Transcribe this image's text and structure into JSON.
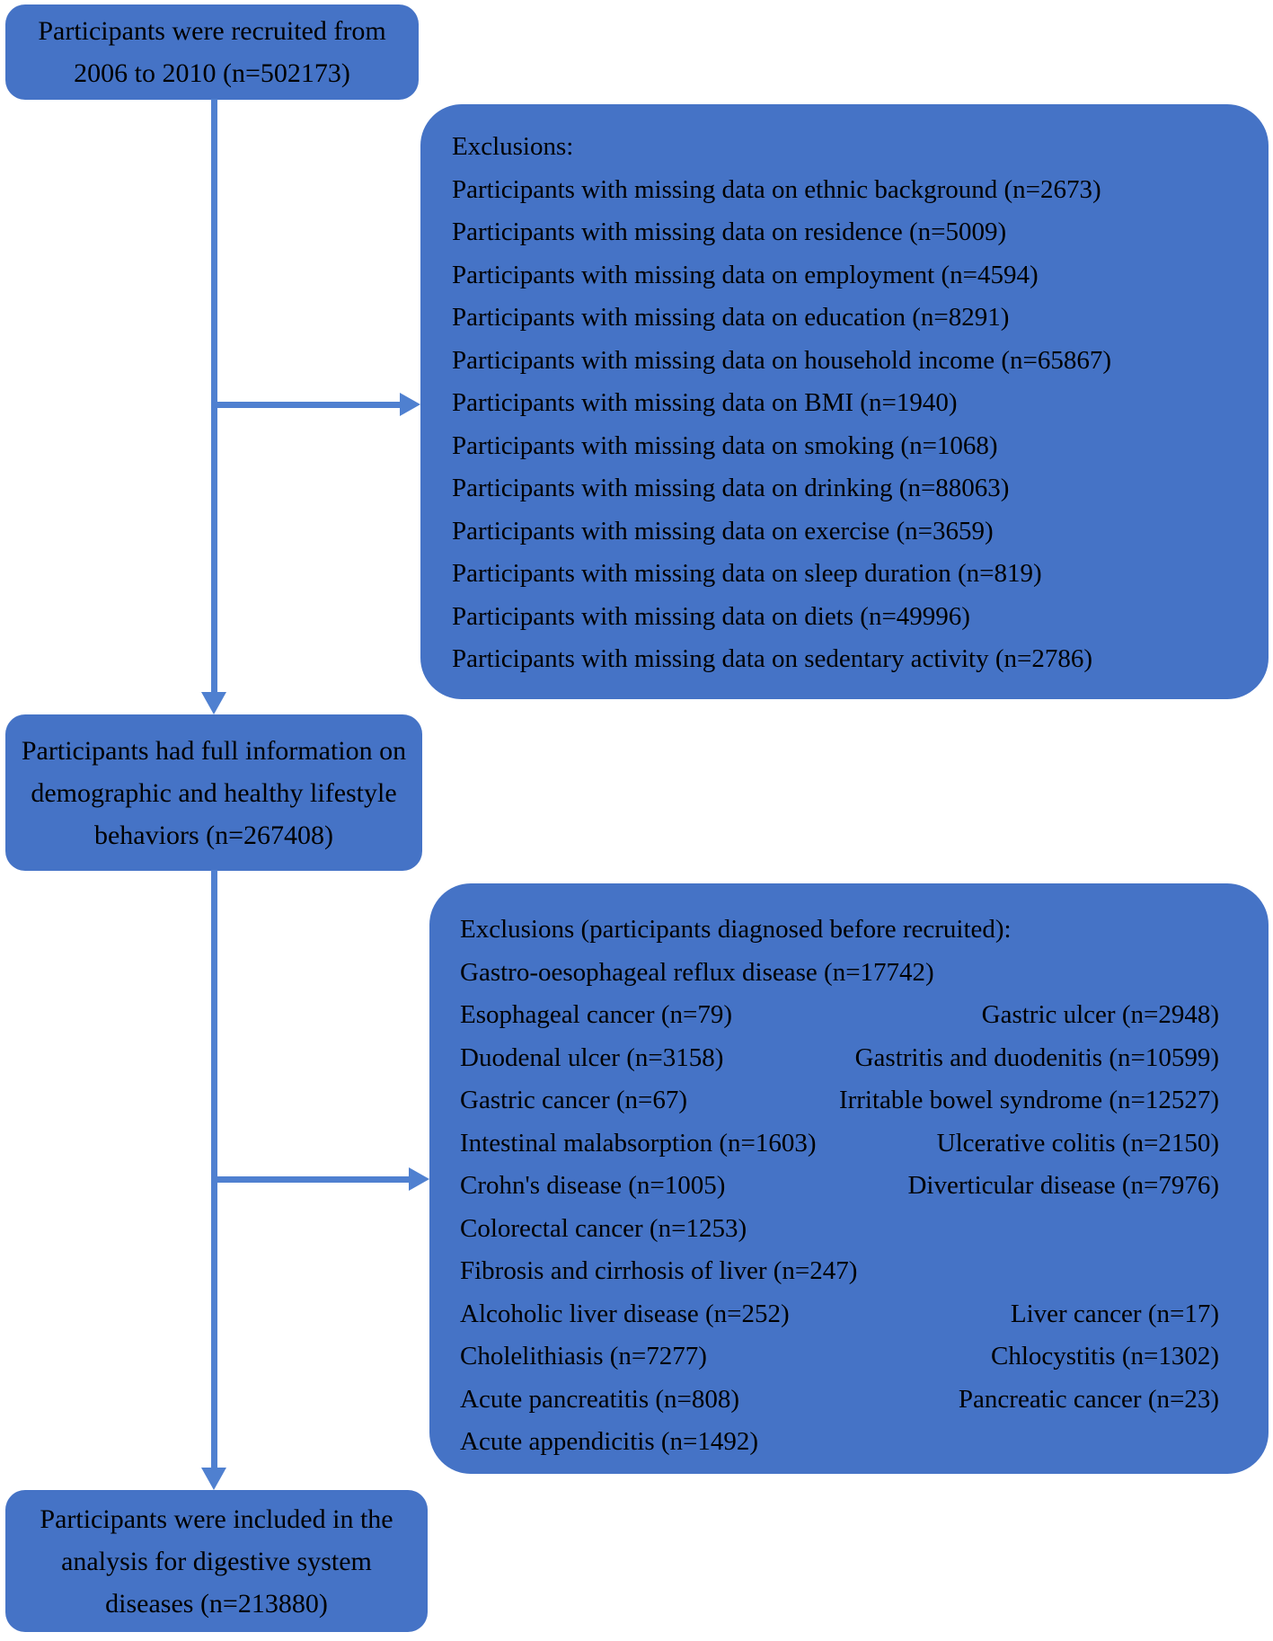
{
  "diagram": {
    "colors": {
      "box_fill": "#4573C6",
      "connector": "#4F80D0",
      "text": "#000000"
    },
    "boxes": {
      "recruited": {
        "lines": [
          "Participants were recruited from",
          "2006 to 2010 (n=502173)"
        ]
      },
      "exclusions_missing": {
        "header": "Exclusions:",
        "items": [
          "Participants with missing data on ethnic background (n=2673)",
          "Participants with missing data on residence (n=5009)",
          "Participants with missing data on employment (n=4594)",
          "Participants with missing data on education (n=8291)",
          "Participants with missing data on household income (n=65867)",
          "Participants with missing data on BMI (n=1940)",
          "Participants with missing data on smoking (n=1068)",
          "Participants with missing data on drinking (n=88063)",
          "Participants with missing data on exercise (n=3659)",
          "Participants with missing data on sleep duration (n=819)",
          "Participants with missing data on diets (n=49996)",
          "Participants with missing data on sedentary activity (n=2786)"
        ]
      },
      "full_information": {
        "lines": [
          "Participants had full information on",
          "demographic and healthy lifestyle",
          "behaviors (n=267408)"
        ]
      },
      "exclusions_diagnosed": {
        "header": "Exclusions (participants diagnosed before recruited):",
        "rows": [
          {
            "left": "Gastro-oesophageal reflux disease (n=17742)",
            "right": ""
          },
          {
            "left": "Esophageal cancer (n=79)",
            "right": "Gastric ulcer (n=2948)"
          },
          {
            "left": "Duodenal ulcer (n=3158)",
            "right": "Gastritis and duodenitis (n=10599)"
          },
          {
            "left": "Gastric cancer (n=67)",
            "right": "Irritable bowel syndrome (n=12527)"
          },
          {
            "left": "Intestinal malabsorption (n=1603)",
            "right": "Ulcerative colitis (n=2150)"
          },
          {
            "left": "Crohn's disease (n=1005)",
            "right": "Diverticular disease (n=7976)"
          },
          {
            "left": "Colorectal cancer (n=1253)",
            "right": ""
          },
          {
            "left": "Fibrosis and cirrhosis of liver (n=247)",
            "right": ""
          },
          {
            "left": "Alcoholic liver disease (n=252)",
            "right": "Liver cancer (n=17)"
          },
          {
            "left": "Cholelithiasis (n=7277)",
            "right": "Chlocystitis (n=1302)"
          },
          {
            "left": "Acute pancreatitis (n=808)",
            "right": "Pancreatic cancer (n=23)"
          },
          {
            "left": "Acute appendicitis (n=1492)",
            "right": ""
          }
        ]
      },
      "included": {
        "lines": [
          "Participants were included in the",
          "analysis for digestive system",
          "diseases (n=213880)"
        ]
      }
    }
  }
}
